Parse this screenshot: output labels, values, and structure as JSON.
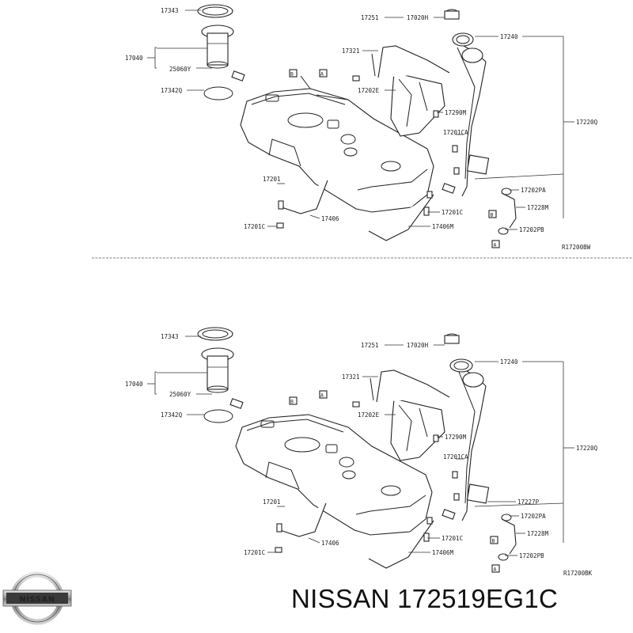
{
  "diagram_top": {
    "code": "R17200BW",
    "labels": [
      "17343",
      "17040",
      "25060Y",
      "17342Q",
      "17251",
      "17020H",
      "17240",
      "17321",
      "17202E",
      "17290M",
      "17201CA",
      "17220Q",
      "17201",
      "17202PA",
      "17228M",
      "17406",
      "17201C",
      "17201C",
      "17202PB",
      "17406M"
    ],
    "callouts": [
      "B",
      "A",
      "B",
      "A"
    ]
  },
  "diagram_bottom": {
    "code": "R17200BK",
    "labels": [
      "17343",
      "17040",
      "25060Y",
      "17342Q",
      "17251",
      "17020H",
      "17240",
      "17321",
      "17202E",
      "17290M",
      "17201CA",
      "17220Q",
      "17201",
      "17227P",
      "17202PA",
      "17228M",
      "17406",
      "17201C",
      "17201C",
      "17406M",
      "17202PB"
    ],
    "callouts": [
      "B",
      "A",
      "B",
      "A"
    ]
  },
  "brand": {
    "logo_text": "NISSAN",
    "logo_icon": "nissan-logo-icon"
  },
  "caption": "NISSAN 172519EG1C"
}
